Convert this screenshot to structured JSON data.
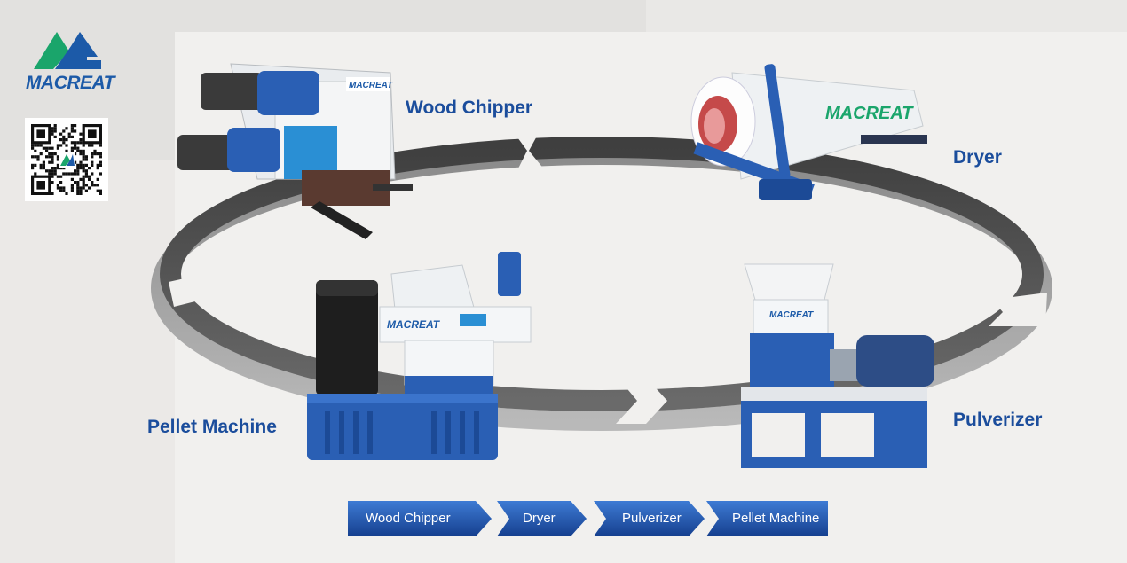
{
  "brand": {
    "logo_text": "MACREAT",
    "machine_badge": "MACREAT"
  },
  "colors": {
    "brand_blue": "#1c5aa8",
    "brand_green": "#1aa56b",
    "machine_blue": "#2a5fb4",
    "ring_gray": "#4d4d4d"
  },
  "labels": {
    "wood_chipper": "Wood Chipper",
    "dryer": "Dryer",
    "pulverizer": "Pulverizer",
    "pellet_machine": "Pellet Machine"
  },
  "flow": {
    "steps": [
      "Wood Chipper",
      "Dryer",
      "Pulverizer",
      "Pellet Machine"
    ]
  },
  "icons": [
    "macreat-logo-icon",
    "qr-code-icon"
  ]
}
